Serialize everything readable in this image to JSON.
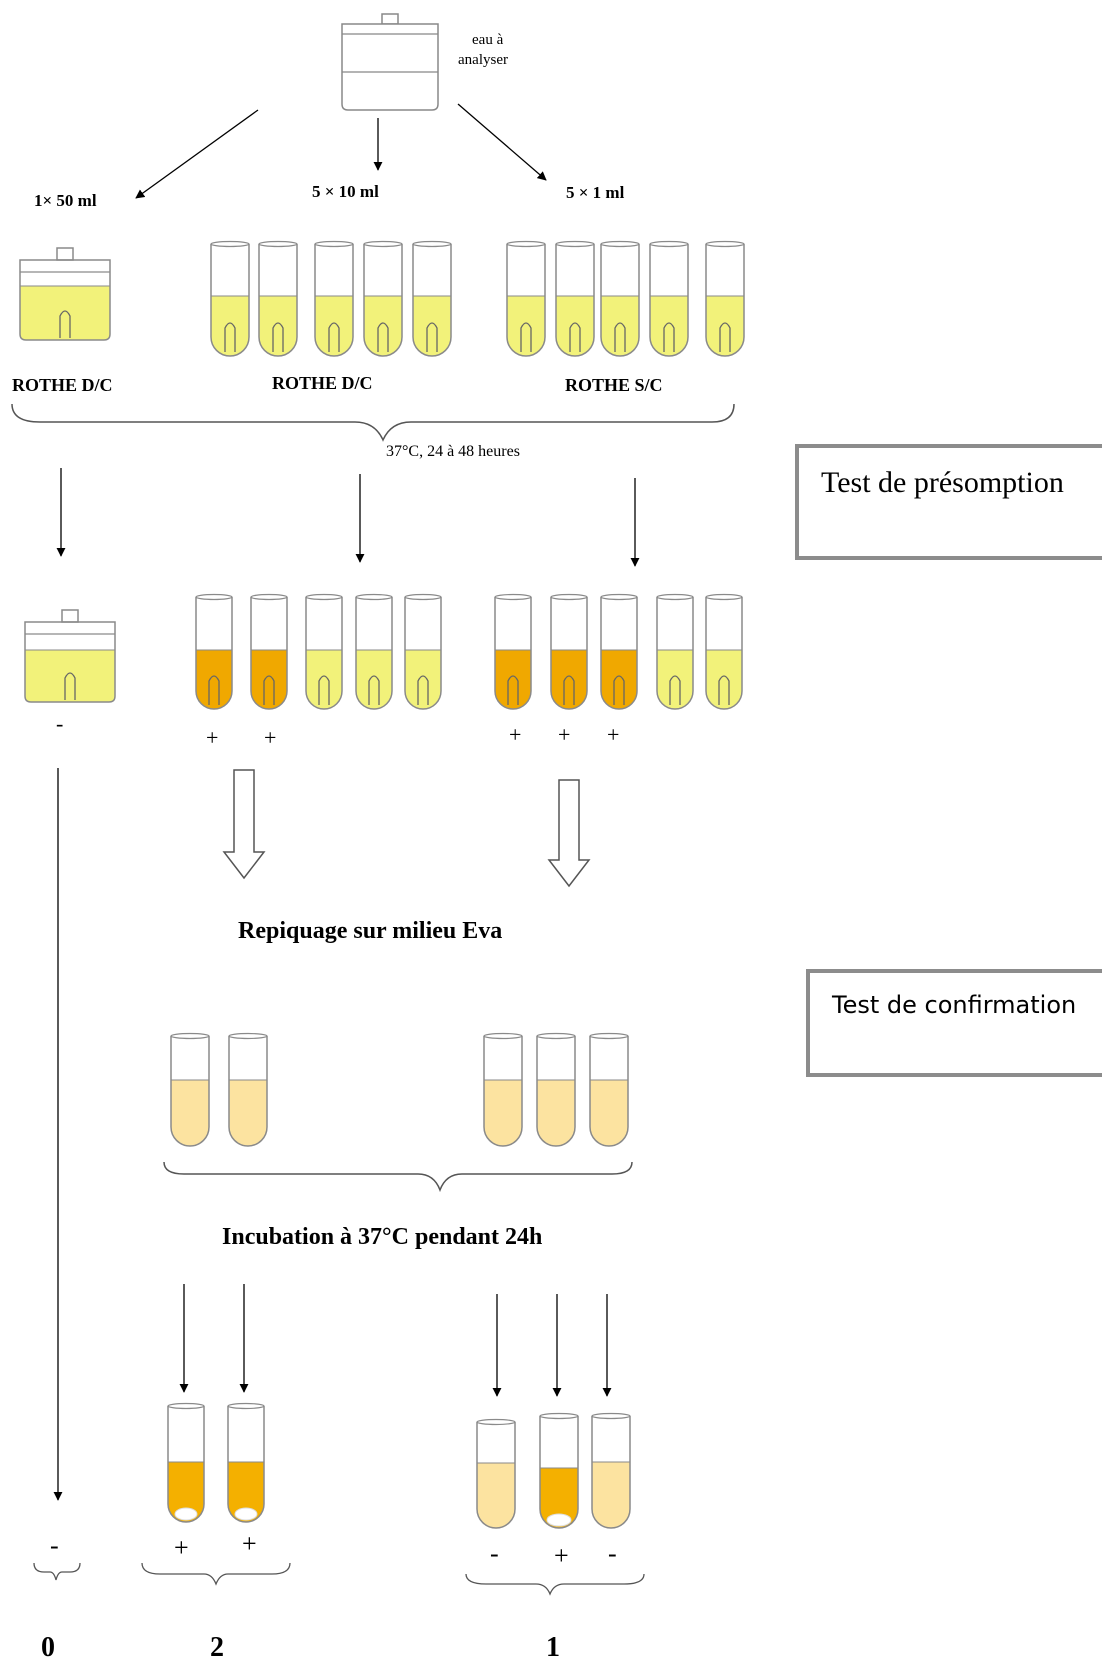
{
  "source": {
    "label_line1": "eau à",
    "label_line2": "analyser"
  },
  "volumes": {
    "v1": "1× 50 ml",
    "v2": "5 × 10 ml",
    "v3": "5 × 1 ml"
  },
  "media": {
    "m1": "ROTHE  D/C",
    "m2": "ROTHE  D/C",
    "m3": "ROTHE  S/C"
  },
  "incubation1": "37°C, 24 à 48 heures",
  "presumption_test": "Test de présomption",
  "presumptive_results": {
    "flask": "-",
    "group2": [
      "+",
      "+"
    ],
    "group3": [
      "+",
      "+",
      "+"
    ]
  },
  "subculture": "Repiquage sur milieu Eva",
  "confirmation_test": "Test de confirmation",
  "incubation2": "Incubation à 37°C pendant  24h",
  "confirmed_results": {
    "flask": "-",
    "group2": [
      "+",
      "+"
    ],
    "group3": [
      "-",
      "+",
      "-"
    ]
  },
  "final_counts": {
    "c1": "0",
    "c2": "2",
    "c3": "1"
  },
  "colors": {
    "medium_negative": "#f2f27a",
    "medium_positive": "#f0a800",
    "eva_medium": "#fce3a0",
    "eva_positive": "#f4b000",
    "glass_outline": "#8a8a8a"
  }
}
